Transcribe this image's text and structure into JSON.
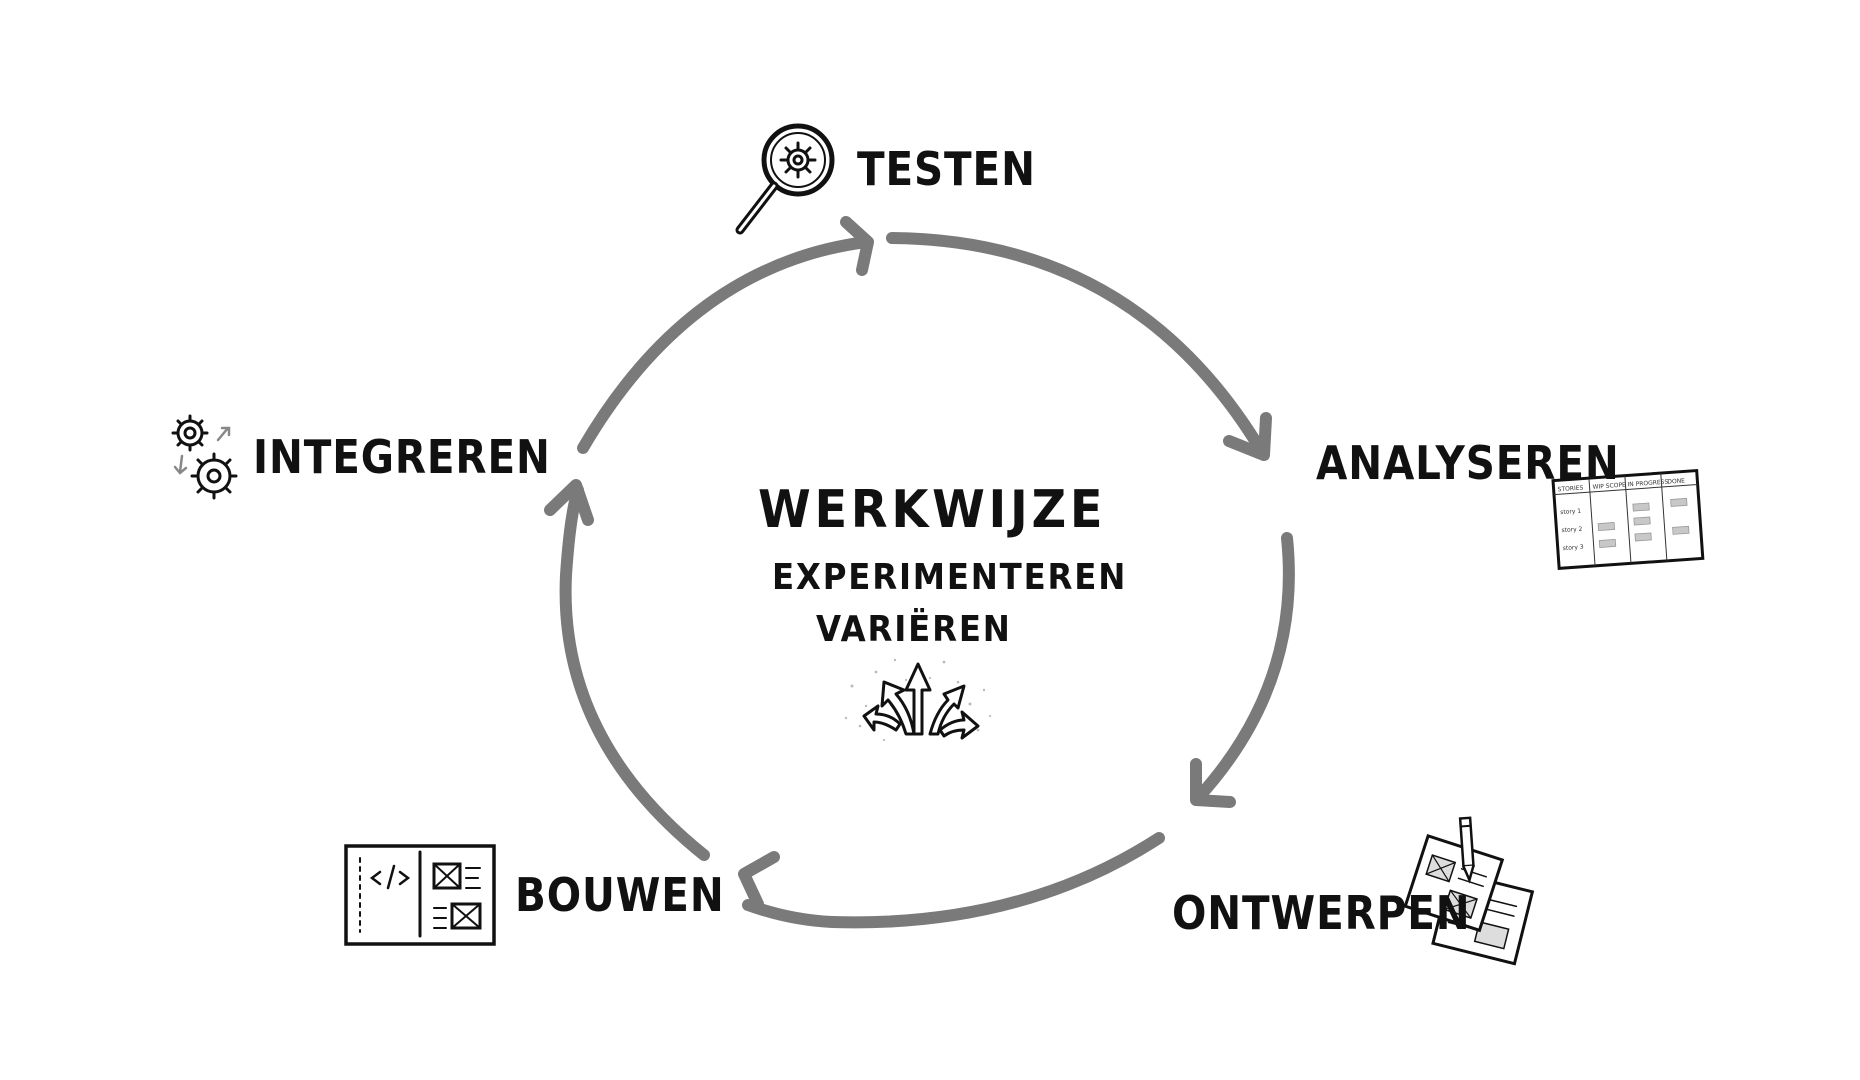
{
  "diagram": {
    "center": {
      "title": "WERKWIJZE",
      "line1": "EXPERIMENTEREN",
      "line2": "VARIËREN"
    },
    "stages": [
      {
        "id": "testen",
        "label": "TESTEN",
        "icon": "magnifier-gear-icon"
      },
      {
        "id": "analyseren",
        "label": "ANALYSEREN",
        "icon": "kanban-board-icon"
      },
      {
        "id": "ontwerpen",
        "label": "ONTWERPEN",
        "icon": "wireframe-sketch-icon"
      },
      {
        "id": "bouwen",
        "label": "BOUWEN",
        "icon": "code-editor-icon"
      },
      {
        "id": "integreren",
        "label": "INTEGREREN",
        "icon": "gears-icon"
      }
    ],
    "board": {
      "columns": [
        "STORIES",
        "WIP SCOPE",
        "IN PROGRESS",
        "DONE"
      ],
      "rows": [
        "story 1",
        "story 2",
        "story 3"
      ]
    },
    "colors": {
      "cycle_arrow": "#7a7a7a",
      "ink": "#111111",
      "background": "#ffffff"
    }
  }
}
